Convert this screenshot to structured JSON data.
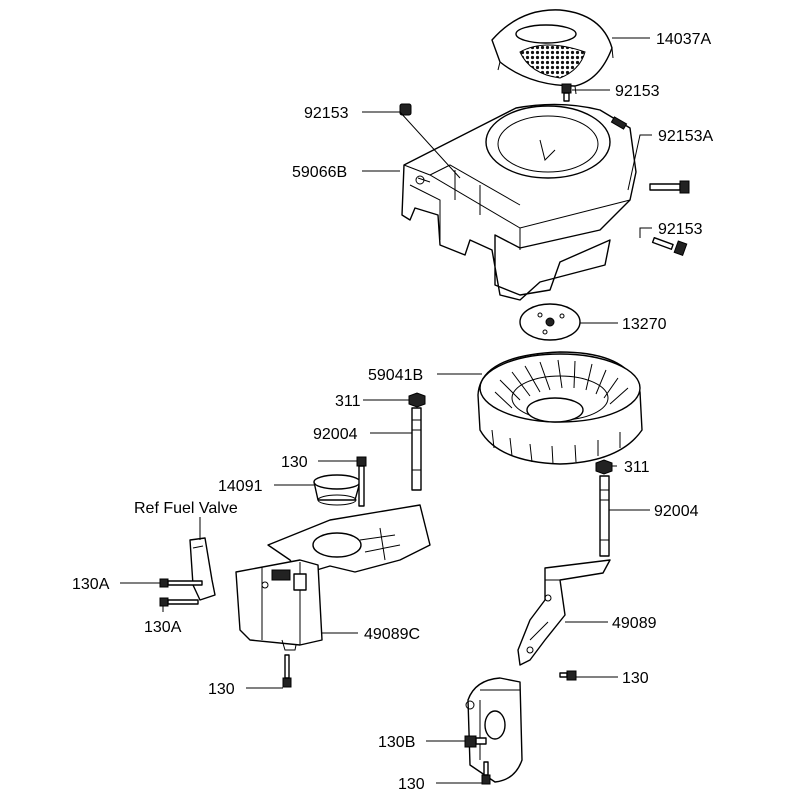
{
  "labels": {
    "l14037A": "14037A",
    "l92153_top": "92153",
    "l92153_left": "92153",
    "l59066B": "59066B",
    "l92153A": "92153A",
    "l92153_right": "92153",
    "l13270": "13270",
    "l59041B": "59041B",
    "l311_left": "311",
    "l92004_left": "92004",
    "l130_top": "130",
    "l14091": "14091",
    "l311_right": "311",
    "lRefFuelValve": "Ref Fuel Valve",
    "l92004_right": "92004",
    "l130A_a": "130A",
    "l130A_b": "130A",
    "l49089C": "49089C",
    "l49089": "49089",
    "l130_right": "130",
    "l130_bottom_left": "130",
    "l130B": "130B",
    "l130_bottom": "130"
  }
}
